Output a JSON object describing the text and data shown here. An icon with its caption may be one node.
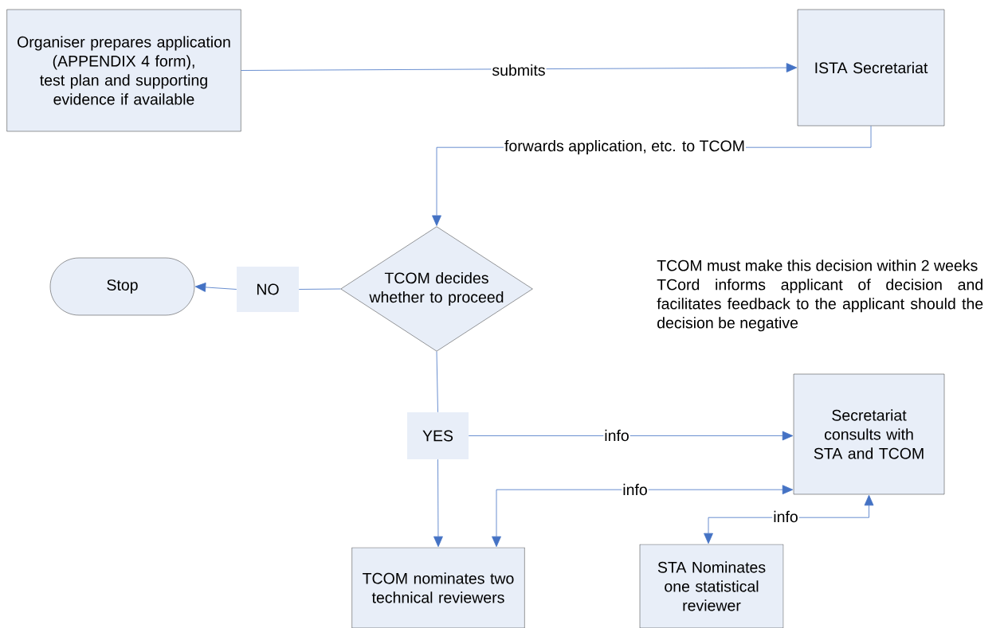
{
  "diagram": {
    "nodes": [
      {
        "text": [
          "Organiser prepares application (APPENDIX 4 form), test plan and supporting evidence if available"
        ]
      },
      {
        "text": [
          "ISTA Secretariat"
        ]
      },
      {
        "text": [
          "TCOM decides whether to proceed"
        ]
      },
      {
        "text": [
          "Stop"
        ]
      },
      {
        "text": [
          "NO"
        ]
      },
      {
        "text": [
          "YES"
        ]
      },
      {
        "text": [
          "Secretariat consults with STA and TCOM"
        ]
      },
      {
        "text": [
          "TCOM nominates two technical reviewers"
        ]
      },
      {
        "text": [
          "STA Nominates one statistical reviewer"
        ]
      }
    ],
    "edges": [
      {
        "from": 0,
        "to": 1,
        "arrow": "to",
        "label": "submits"
      },
      {
        "from": 1,
        "to": 2,
        "arrow": "to",
        "label": "forwards application, etc. to TCOM"
      },
      {
        "from": 2,
        "to": 4,
        "arrow": "none"
      },
      {
        "from": 4,
        "to": 3,
        "arrow": "to"
      },
      {
        "from": 2,
        "to": 5,
        "arrow": "none"
      },
      {
        "from": 5,
        "to": 7,
        "arrow": "to"
      },
      {
        "from": 5,
        "to": 6,
        "arrow": "to",
        "label": "info"
      },
      {
        "from": 7,
        "to": 6,
        "arrow": "both",
        "label": "info"
      },
      {
        "from": 8,
        "to": 6,
        "arrow": "both",
        "label": "info"
      }
    ],
    "labels": [
      "TCOM must make this decision within 2 weeks",
      "TCord informs applicant of decision and facilitates feedback to the applicant should the decision be negative"
    ]
  }
}
